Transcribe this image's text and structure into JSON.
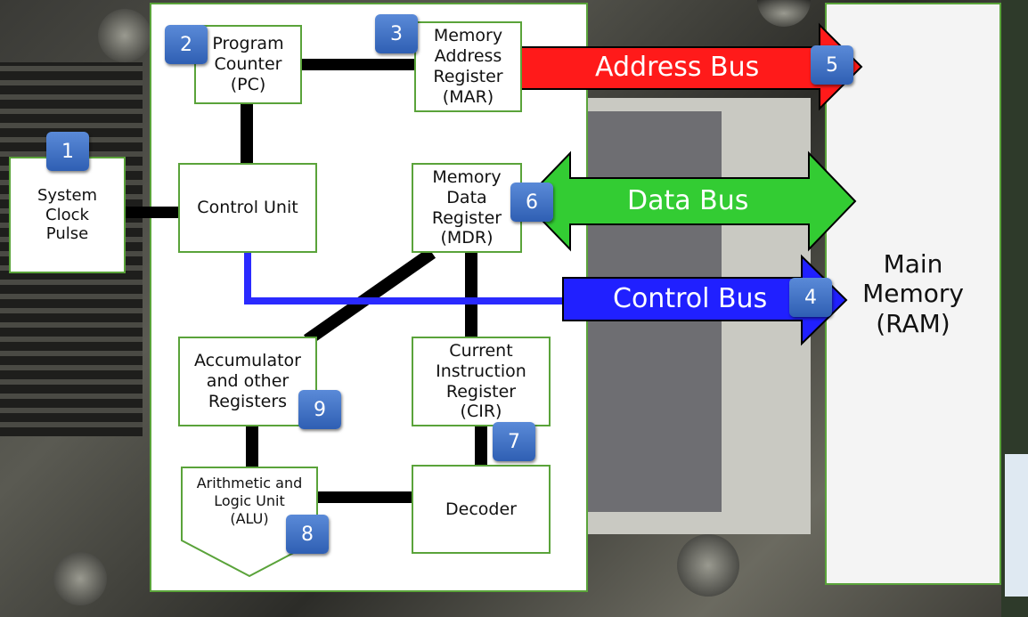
{
  "colors": {
    "box_border": "#5aa33a",
    "badge": "#3c6bc4",
    "address_bus": "#ff1a1a",
    "data_bus": "#33cc33",
    "control_bus": "#2020ff",
    "control_line": "#2a2aff"
  },
  "cpu_boxes": {
    "pc": "Program\nCounter\n(PC)",
    "mar": "Memory\nAddress\nRegister\n(MAR)",
    "cu": "Control Unit",
    "mdr": "Memory\nData\nRegister\n(MDR)",
    "acc": "Accumulator\nand other\nRegisters",
    "cir": "Current\nInstruction\nRegister\n(CIR)",
    "alu": "Arithmetic and\nLogic Unit\n(ALU)",
    "decoder": "Decoder"
  },
  "clock": "System\nClock\nPulse",
  "ram": "Main\nMemory\n(RAM)",
  "buses": {
    "address": "Address Bus",
    "data": "Data Bus",
    "control": "Control Bus"
  },
  "badges": {
    "b1": "1",
    "b2": "2",
    "b3": "3",
    "b4": "4",
    "b5": "5",
    "b6": "6",
    "b7": "7",
    "b8": "8",
    "b9": "9"
  }
}
